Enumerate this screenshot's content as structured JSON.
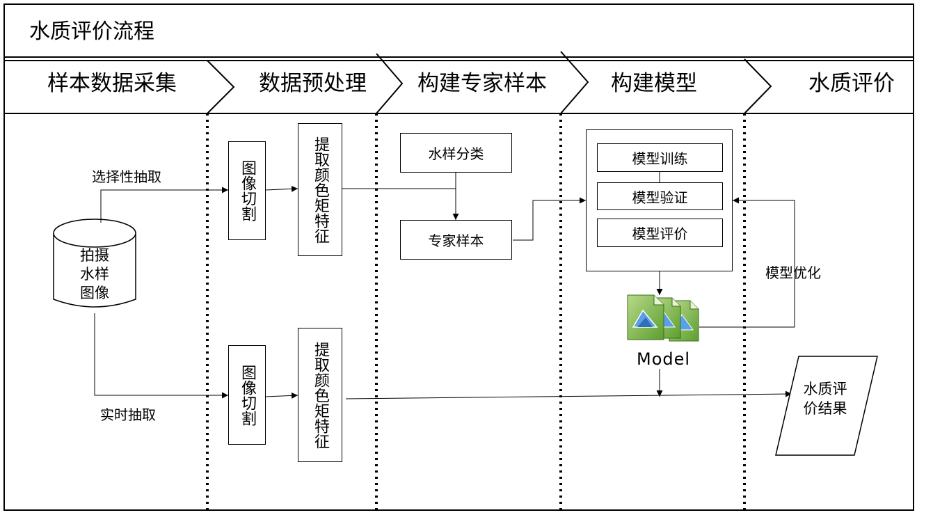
{
  "title": "水质评价流程",
  "stages": [
    "样本数据采集",
    "数据预处理",
    "构建专家样本",
    "构建模型",
    "水质评价"
  ],
  "source": {
    "line1": "拍摄",
    "line2": "水样",
    "line3": "图像"
  },
  "edges": {
    "selective": "选择性抽取",
    "realtime": "实时抽取",
    "optimize": "模型优化"
  },
  "preprocess": {
    "crop_top": "图像切割",
    "feature_top": "提取颜色矩特征",
    "crop_bottom": "图像切割",
    "feature_bottom": "提取颜色矩特征"
  },
  "expert": {
    "classify": "水样分类",
    "sample": "专家样本"
  },
  "model": {
    "train": "模型训练",
    "verify": "模型验证",
    "evaluate": "模型评价",
    "label": "Model"
  },
  "result": {
    "line1": "水质评",
    "line2": "价结果"
  }
}
